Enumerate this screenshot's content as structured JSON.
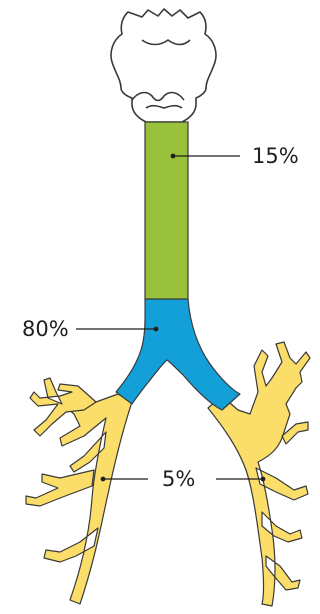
{
  "labels": {
    "trachea_percent": "15%",
    "main_bronchi_percent": "80%",
    "small_airways_percent": "5%"
  },
  "colors": {
    "trachea": "#98c03a",
    "main_bronchi": "#139fd7",
    "small_airways": "#fbdd6a",
    "outline": "#3a3a3a",
    "lines": "#1f1f1f"
  },
  "icons": {
    "larynx": "larynx-outline-icon"
  }
}
